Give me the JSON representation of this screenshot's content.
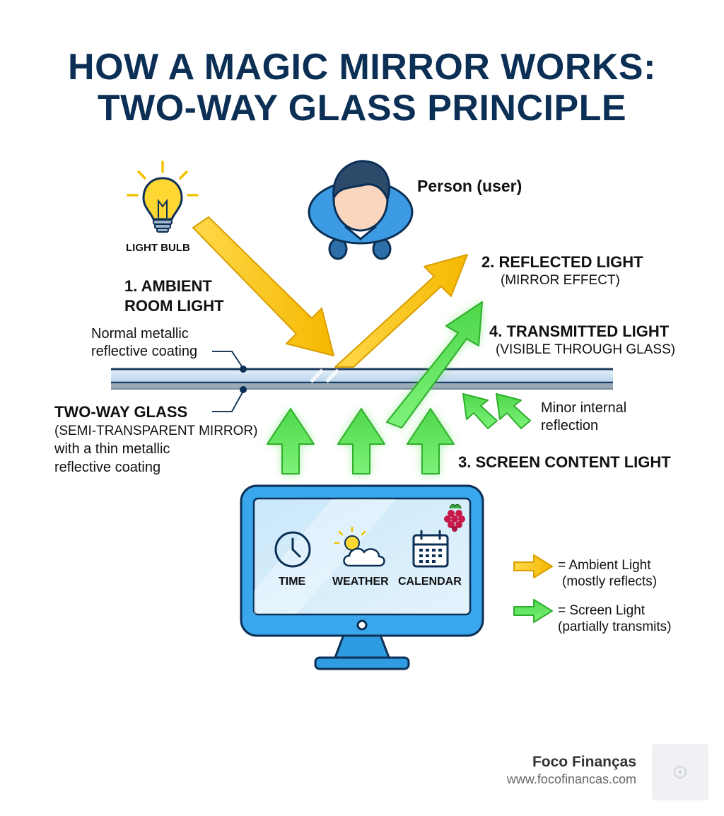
{
  "title": {
    "line1": "HOW A MAGIC MIRROR WORKS:",
    "line2": "TWO-WAY GLASS PRINCIPLE"
  },
  "labels": {
    "light_bulb": "LIGHT BULB",
    "person": "Person (user)",
    "ambient_line1": "1. AMBIENT",
    "ambient_line2": "ROOM LIGHT",
    "reflected": "2. REFLECTED LIGHT",
    "reflected_sub": "(MIRROR EFFECT)",
    "transmitted": "4. TRANSMITTED LIGHT",
    "transmitted_sub": "(VISIBLE THROUGH GLASS)",
    "coating_line1": "Normal metallic",
    "coating_line2": "reflective coating",
    "glass_title": "TWO-WAY GLASS",
    "glass_line1": "(SEMI-TRANSPARENT MIRROR)",
    "glass_line2": "with a thin metallic",
    "glass_line3": "reflective coating",
    "minor_line1": "Minor internal",
    "minor_line2": "reflection",
    "screen_light": "3. SCREEN CONTENT LIGHT"
  },
  "screen_widgets": {
    "time": "TIME",
    "weather": "WEATHER",
    "calendar": "CALENDAR"
  },
  "legend": {
    "ambient_line1": "= Ambient Light",
    "ambient_line2": "(mostly reflects)",
    "screen_line1": "= Screen Light",
    "screen_line2": "(partially transmits)"
  },
  "brand": {
    "name": "Foco Finanças",
    "url": "www.focofinancas.com"
  },
  "icons": [
    "light-bulb-icon",
    "person-icon",
    "clock-icon",
    "weather-icon",
    "calendar-icon",
    "raspberry-pi-icon",
    "monitor-icon"
  ],
  "colors": {
    "title": "#0b2f55",
    "ambient_arrow": "#f7c518",
    "screen_arrow": "#5ee35a",
    "monitor": "#2f9be0",
    "glass": "#c7def2"
  }
}
